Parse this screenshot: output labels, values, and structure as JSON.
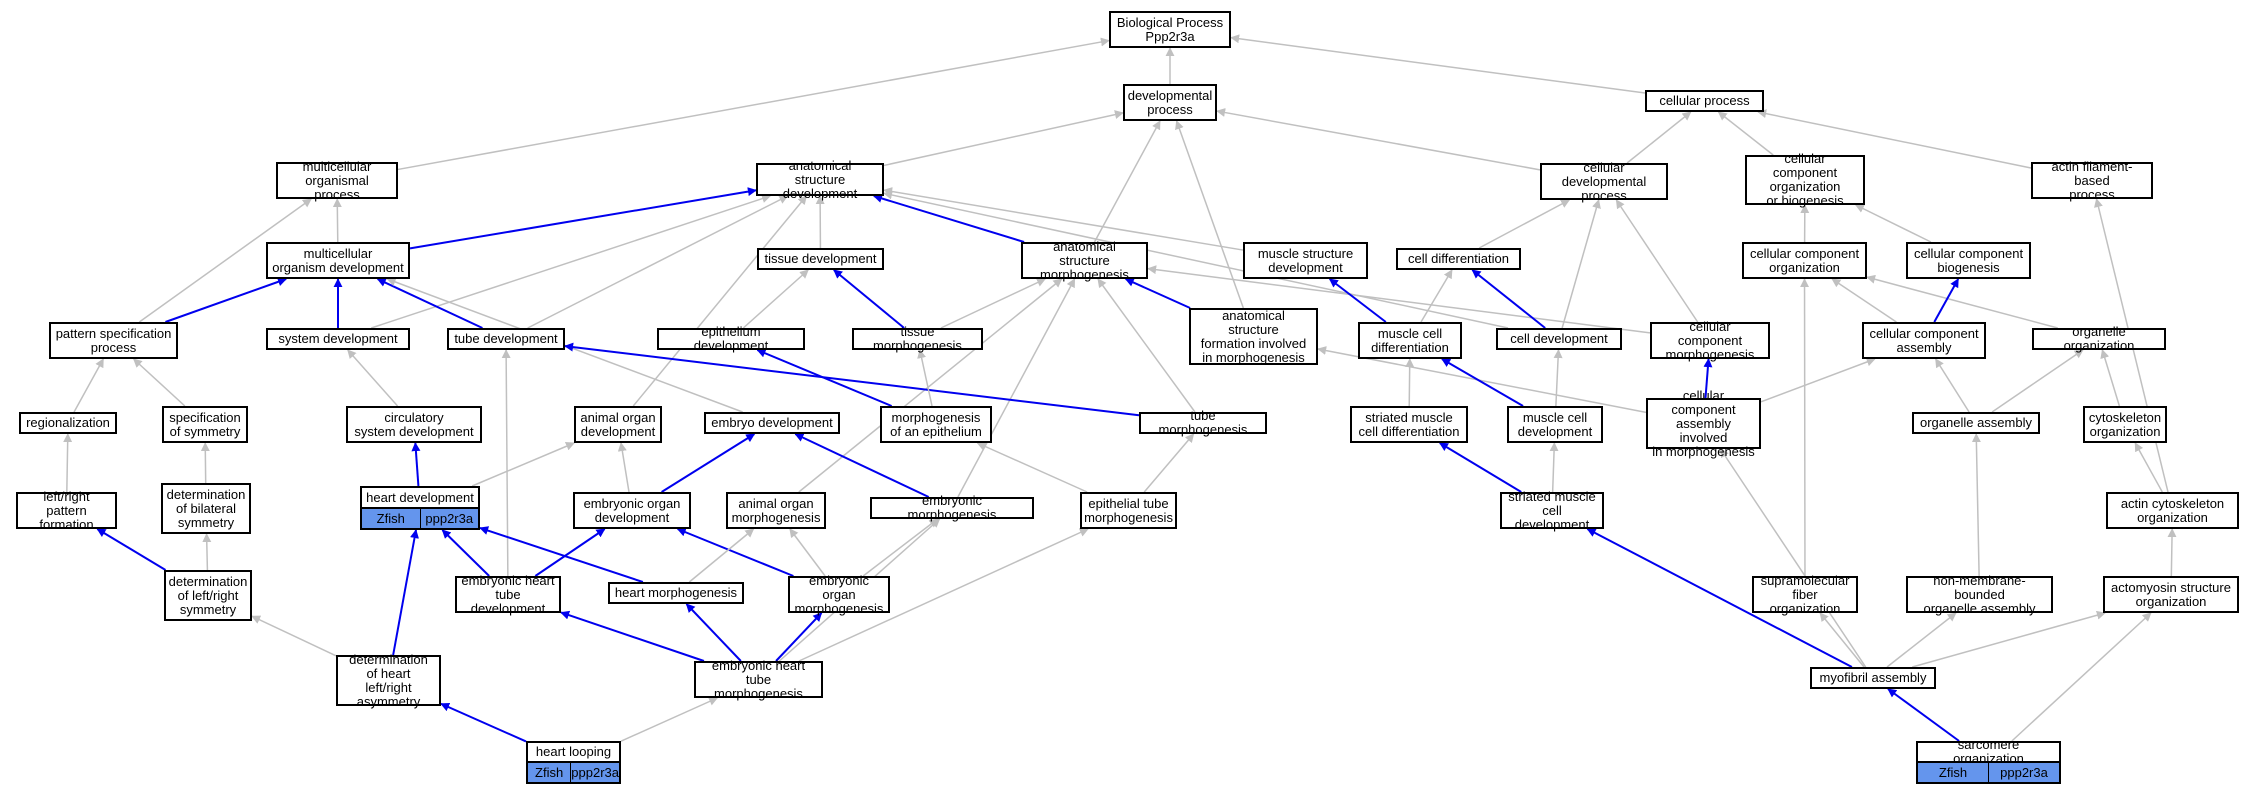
{
  "colors": {
    "grey_edge": "#c0c0c0",
    "blue_edge": "#0000ee",
    "annotation_fill": "#6495ed"
  },
  "nodes": {
    "bp": "Biological Process\nPpp2r3a",
    "dev": "developmental\nprocess",
    "cp": "cellular process",
    "mop": "multicellular\norganismal process",
    "asd": "anatomical structure\ndevelopment",
    "cdp": "cellular developmental\nprocess",
    "ccob": "cellular component\norganization\nor biogenesis",
    "afbp": "actin filament-based\nprocess",
    "mod": "multicellular\norganism development",
    "td": "tissue development",
    "asm": "anatomical structure\nmorphogenesis",
    "msd": "muscle structure\ndevelopment",
    "cdiff": "cell differentiation",
    "cco": "cellular component\norganization",
    "ccb": "cellular component\nbiogenesis",
    "psp": "pattern specification\nprocess",
    "sd": "system development",
    "tubed": "tube development",
    "epid": "epithelium development",
    "tm": "tissue morphogenesis",
    "asfm": "anatomical structure\nformation involved\nin morphogenesis",
    "mcd": "muscle cell\ndifferentiation",
    "celld": "cell development",
    "ccm": "cellular component\nmorphogenesis",
    "cca": "cellular component\nassembly",
    "oo": "organelle organization",
    "reg": "regionalization",
    "sos": "specification\nof symmetry",
    "csd": "circulatory\nsystem development",
    "aod": "animal organ\ndevelopment",
    "embd": "embryo development",
    "moe": "morphogenesis\nof an epithelium",
    "tubem": "tube morphogenesis",
    "smcdiff": "striated muscle\ncell differentiation",
    "mcdev": "muscle cell\ndevelopment",
    "ccaim": "cellular component\nassembly involved\nin morphogenesis",
    "oa": "organelle assembly",
    "cso": "cytoskeleton\norganization",
    "lrpf": "left/right pattern\nformation",
    "dbs": "determination\nof bilateral\nsymmetry",
    "hd": "heart development",
    "eod": "embryonic organ\ndevelopment",
    "aom": "animal organ\nmorphogenesis",
    "em": "embryonic morphogenesis",
    "etm": "epithelial tube\nmorphogenesis",
    "smcd": "striated muscle\ncell development",
    "aco": "actin cytoskeleton\norganization",
    "dlrs": "determination\nof left/right\nsymmetry",
    "ehtd": "embryonic heart\ntube development",
    "hm": "heart morphogenesis",
    "eom": "embryonic organ\nmorphogenesis",
    "sfo": "supramolecular\nfiber organization",
    "nmboa": "non-membrane-bounded\norganelle assembly",
    "aso": "actomyosin structure\norganization",
    "dhlra": "determination\nof heart left/right\nasymmetry",
    "ehtm": "embryonic heart\ntube morphogenesis",
    "ma": "myofibril assembly",
    "hl": "heart looping",
    "so": "sarcomere organization"
  },
  "annotations": {
    "hd": [
      "Zfish",
      "ppp2r3a"
    ],
    "hl": [
      "Zfish",
      "ppp2r3a"
    ],
    "so": [
      "Zfish",
      "ppp2r3a"
    ]
  },
  "edges": [
    [
      "dev",
      "bp",
      "g"
    ],
    [
      "cp",
      "bp",
      "g"
    ],
    [
      "mop",
      "bp",
      "g"
    ],
    [
      "asd",
      "dev",
      "g"
    ],
    [
      "cdp",
      "dev",
      "g"
    ],
    [
      "asfm",
      "dev",
      "g"
    ],
    [
      "asm",
      "dev",
      "g"
    ],
    [
      "cdp",
      "cp",
      "g"
    ],
    [
      "ccob",
      "cp",
      "g"
    ],
    [
      "afbp",
      "cp",
      "g"
    ],
    [
      "mod",
      "mop",
      "g"
    ],
    [
      "psp",
      "mop",
      "g"
    ],
    [
      "mod",
      "asd",
      "b"
    ],
    [
      "td",
      "asd",
      "g"
    ],
    [
      "asm",
      "asd",
      "b"
    ],
    [
      "msd",
      "asd",
      "g"
    ],
    [
      "sd",
      "asd",
      "g"
    ],
    [
      "tubed",
      "asd",
      "g"
    ],
    [
      "aod",
      "asd",
      "g"
    ],
    [
      "celld",
      "asd",
      "g"
    ],
    [
      "cdiff",
      "cdp",
      "g"
    ],
    [
      "celld",
      "cdp",
      "g"
    ],
    [
      "ccm",
      "cdp",
      "g"
    ],
    [
      "cco",
      "ccob",
      "g"
    ],
    [
      "ccb",
      "ccob",
      "g"
    ],
    [
      "aco",
      "afbp",
      "g"
    ],
    [
      "sd",
      "mod",
      "b"
    ],
    [
      "tubed",
      "mod",
      "b"
    ],
    [
      "psp",
      "mod",
      "b"
    ],
    [
      "embd",
      "mod",
      "g"
    ],
    [
      "epid",
      "td",
      "g"
    ],
    [
      "tm",
      "td",
      "b"
    ],
    [
      "tm",
      "asm",
      "g"
    ],
    [
      "asfm",
      "asm",
      "b"
    ],
    [
      "ccm",
      "asm",
      "g"
    ],
    [
      "tubem",
      "asm",
      "g"
    ],
    [
      "aom",
      "asm",
      "g"
    ],
    [
      "em",
      "asm",
      "g"
    ],
    [
      "mcd",
      "msd",
      "b"
    ],
    [
      "mcd",
      "cdiff",
      "g"
    ],
    [
      "celld",
      "cdiff",
      "b"
    ],
    [
      "cca",
      "cco",
      "g"
    ],
    [
      "oo",
      "cco",
      "g"
    ],
    [
      "sfo",
      "cco",
      "g"
    ],
    [
      "cca",
      "ccb",
      "b"
    ],
    [
      "reg",
      "psp",
      "g"
    ],
    [
      "sos",
      "psp",
      "g"
    ],
    [
      "csd",
      "sd",
      "g"
    ],
    [
      "tubem",
      "tubed",
      "b"
    ],
    [
      "ehtd",
      "tubed",
      "g"
    ],
    [
      "moe",
      "epid",
      "b"
    ],
    [
      "moe",
      "tm",
      "g"
    ],
    [
      "ccaim",
      "asfm",
      "g"
    ],
    [
      "smcdiff",
      "mcd",
      "g"
    ],
    [
      "mcdev",
      "mcd",
      "b"
    ],
    [
      "mcdev",
      "celld",
      "g"
    ],
    [
      "ccaim",
      "ccm",
      "b"
    ],
    [
      "ccaim",
      "cca",
      "g"
    ],
    [
      "oa",
      "cca",
      "g"
    ],
    [
      "oa",
      "oo",
      "g"
    ],
    [
      "cso",
      "oo",
      "g"
    ],
    [
      "lrpf",
      "reg",
      "g"
    ],
    [
      "dbs",
      "sos",
      "g"
    ],
    [
      "hd",
      "csd",
      "b"
    ],
    [
      "hd",
      "aod",
      "g"
    ],
    [
      "eod",
      "aod",
      "g"
    ],
    [
      "eod",
      "embd",
      "b"
    ],
    [
      "em",
      "embd",
      "b"
    ],
    [
      "etm",
      "moe",
      "g"
    ],
    [
      "etm",
      "tubem",
      "g"
    ],
    [
      "smcd",
      "smcdiff",
      "b"
    ],
    [
      "smcd",
      "mcdev",
      "g"
    ],
    [
      "ma",
      "ccaim",
      "g"
    ],
    [
      "nmboa",
      "oa",
      "g"
    ],
    [
      "aco",
      "cso",
      "g"
    ],
    [
      "dlrs",
      "lrpf",
      "b"
    ],
    [
      "dlrs",
      "dbs",
      "g"
    ],
    [
      "ehtd",
      "hd",
      "b"
    ],
    [
      "hm",
      "hd",
      "b"
    ],
    [
      "dhlra",
      "hd",
      "b"
    ],
    [
      "ehtd",
      "eod",
      "b"
    ],
    [
      "eom",
      "eod",
      "b"
    ],
    [
      "eom",
      "aom",
      "g"
    ],
    [
      "hm",
      "aom",
      "g"
    ],
    [
      "eom",
      "em",
      "g"
    ],
    [
      "ehtm",
      "em",
      "g"
    ],
    [
      "ehtm",
      "etm",
      "g"
    ],
    [
      "ma",
      "smcd",
      "b"
    ],
    [
      "aso",
      "aco",
      "g"
    ],
    [
      "dhlra",
      "dlrs",
      "g"
    ],
    [
      "ehtm",
      "ehtd",
      "b"
    ],
    [
      "ehtm",
      "hm",
      "b"
    ],
    [
      "ehtm",
      "eom",
      "b"
    ],
    [
      "ma",
      "sfo",
      "g"
    ],
    [
      "ma",
      "nmboa",
      "g"
    ],
    [
      "ma",
      "aso",
      "g"
    ],
    [
      "hl",
      "dhlra",
      "b"
    ],
    [
      "hl",
      "ehtm",
      "g"
    ],
    [
      "so",
      "ma",
      "b"
    ],
    [
      "so",
      "aso",
      "g"
    ]
  ]
}
